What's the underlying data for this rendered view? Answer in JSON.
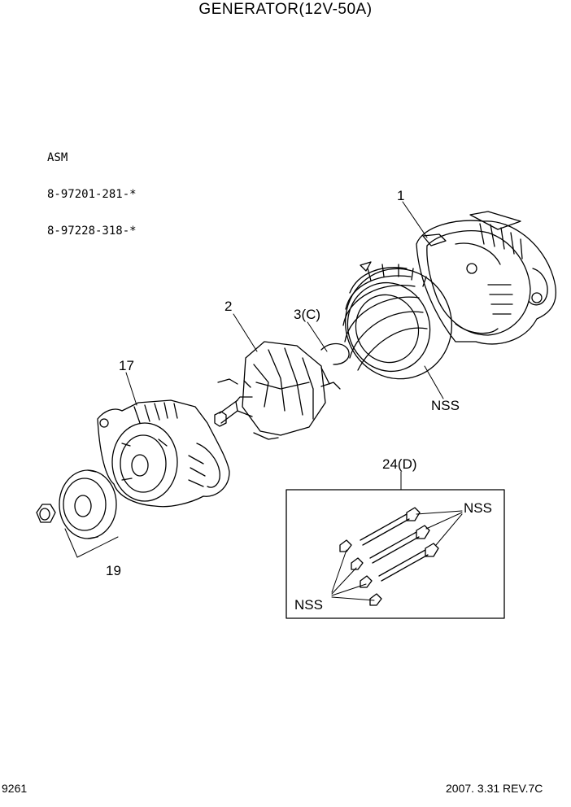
{
  "page": {
    "title": "GENERATOR(12V-50A)",
    "page_number": "9261",
    "revision": "2007. 3.31 REV.7C"
  },
  "assembly": {
    "label": "ASM",
    "numbers": [
      "8-97201-281-*",
      "8-97228-318-*"
    ]
  },
  "callouts": {
    "c1": "1",
    "c2": "2",
    "c3": "3(C)",
    "c17": "17",
    "c19": "19",
    "c24": "24(D)",
    "nss_stator": "NSS",
    "nss_bolts": "NSS",
    "nss_nuts": "NSS"
  }
}
